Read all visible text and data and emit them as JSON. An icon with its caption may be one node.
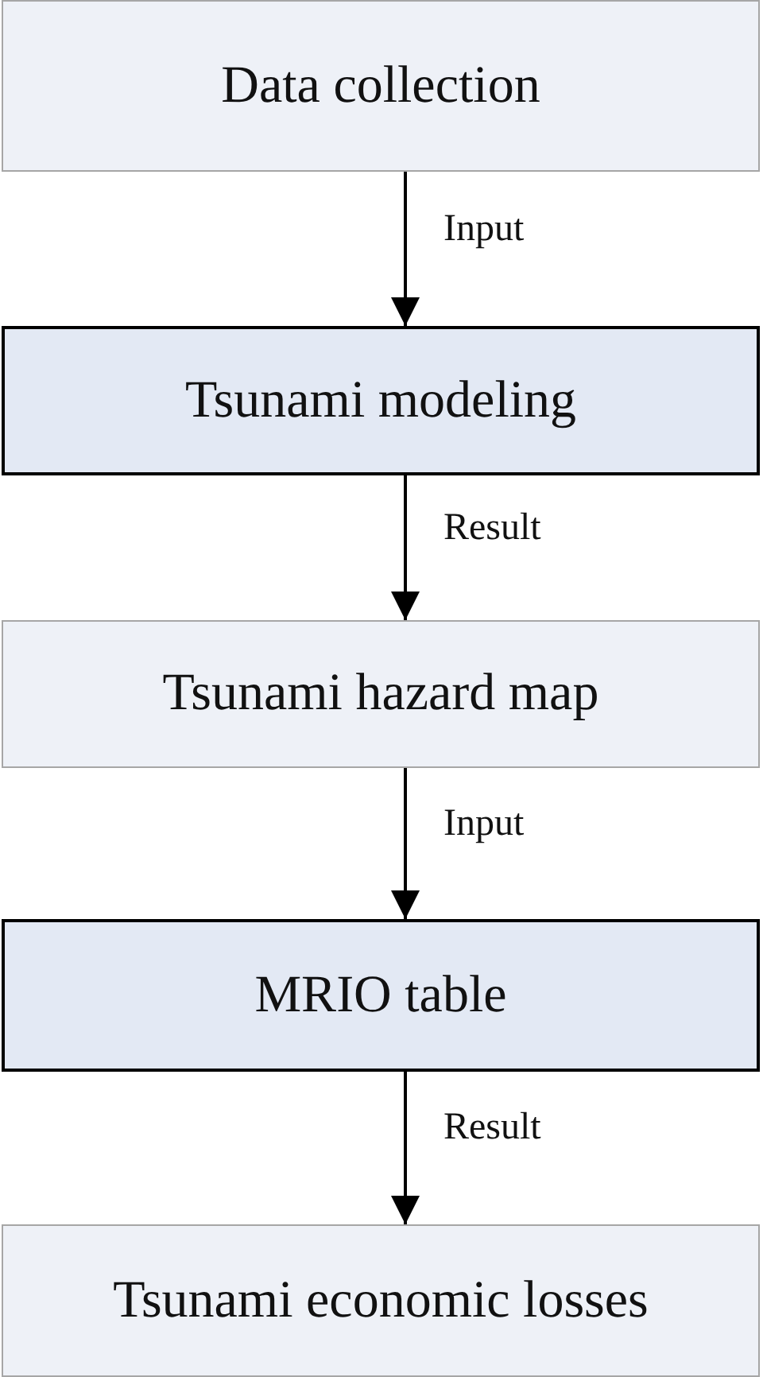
{
  "diagram": {
    "nodes": [
      {
        "text": [
          "Data collection"
        ]
      },
      {
        "text": [
          "Tsunami modeling"
        ]
      },
      {
        "text": [
          "Tsunami hazard map"
        ]
      },
      {
        "text": [
          "MRIO table"
        ]
      },
      {
        "text": [
          "Tsunami economic losses"
        ]
      }
    ],
    "edges": [
      {
        "from": 0,
        "to": 1,
        "arrow": "to",
        "label": "Input"
      },
      {
        "from": 1,
        "to": 2,
        "arrow": "to",
        "label": "Result"
      },
      {
        "from": 2,
        "to": 3,
        "arrow": "to",
        "label": "Input"
      },
      {
        "from": 3,
        "to": 4,
        "arrow": "to",
        "label": "Result"
      }
    ]
  }
}
